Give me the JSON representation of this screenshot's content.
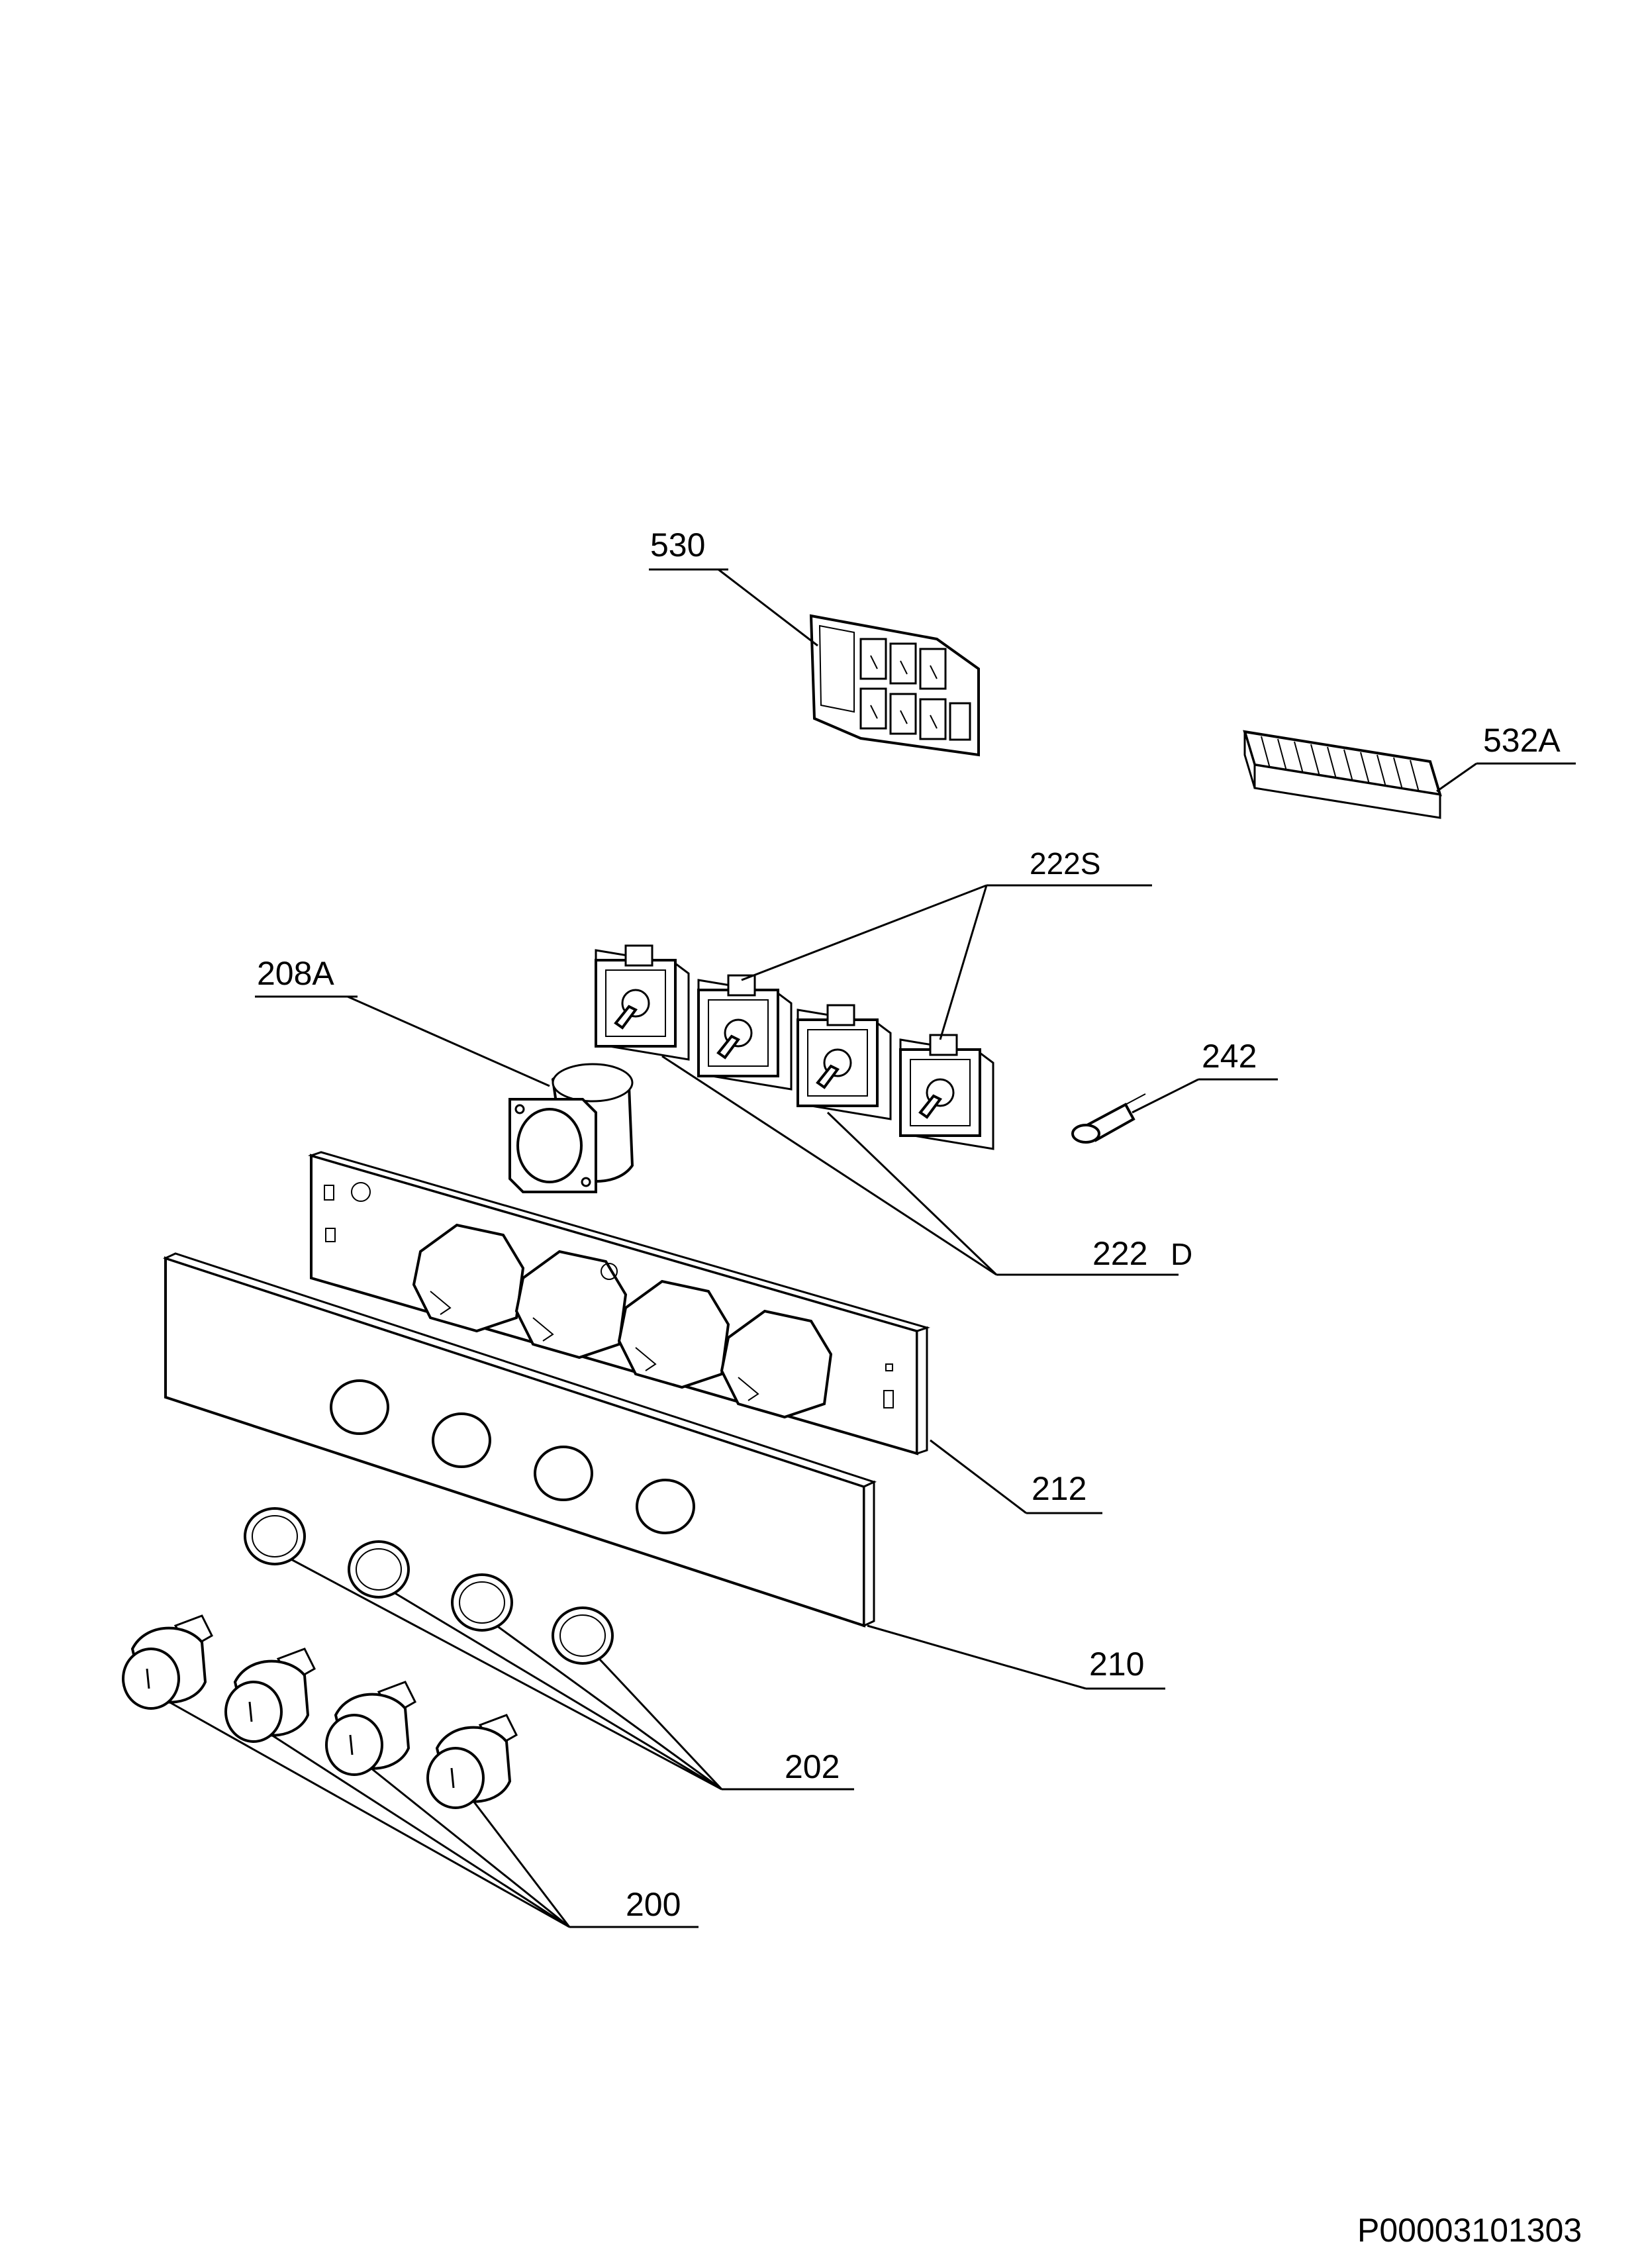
{
  "labels": {
    "p530": "530",
    "p532a": "532A",
    "p222s": "222S",
    "p208a": "208A",
    "p242": "242",
    "p222": "222",
    "p222_suffix": "D",
    "p212": "212",
    "p210": "210",
    "p202": "202",
    "p200": "200"
  },
  "reference_code": "P00003101303"
}
